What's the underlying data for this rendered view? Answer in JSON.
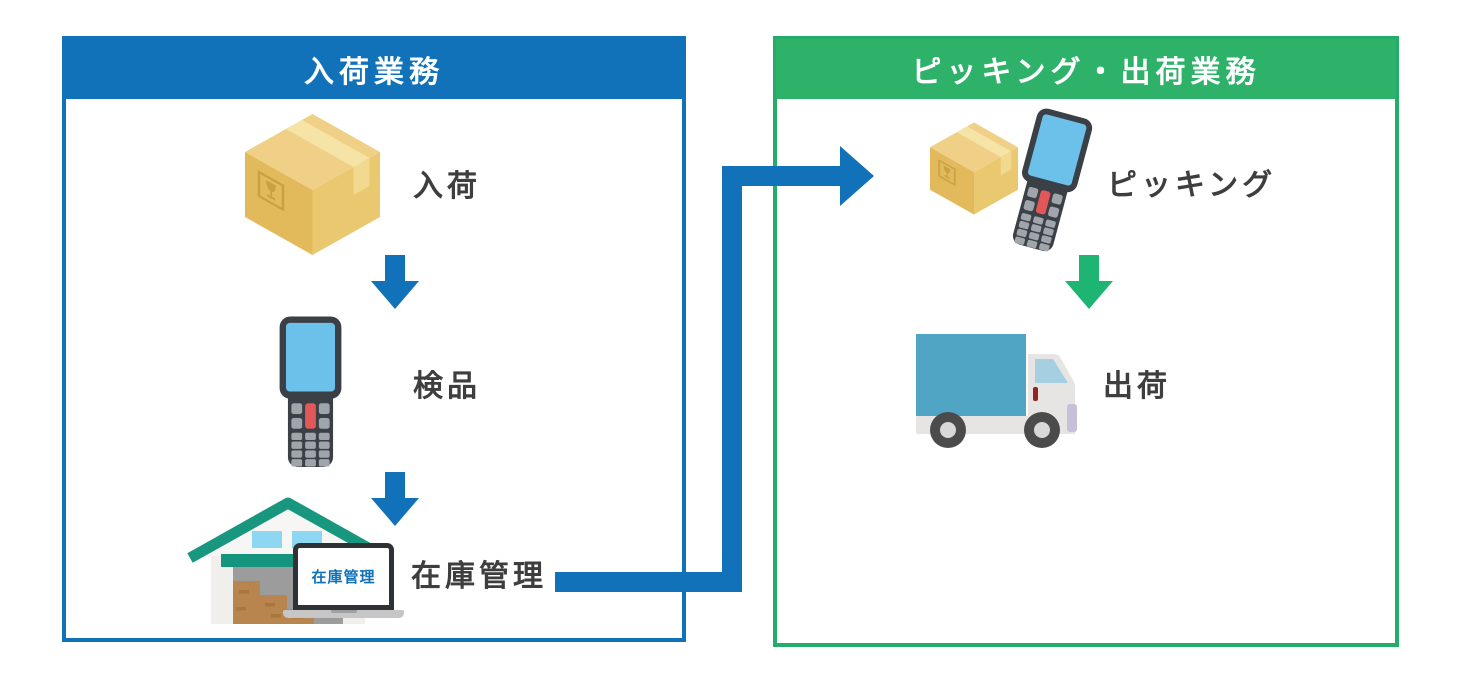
{
  "diagram": {
    "left_panel": {
      "title": "入荷業務",
      "accent_color": "#1172b9",
      "steps": [
        {
          "label": "入荷",
          "icon": "cardboard-box"
        },
        {
          "label": "検品",
          "icon": "handheld-terminal"
        },
        {
          "label": "在庫管理",
          "icon": "warehouse-with-laptop",
          "laptop_screen_text": "在庫管理"
        }
      ]
    },
    "right_panel": {
      "title": "ピッキング・出荷業務",
      "accent_color": "#2eb269",
      "steps": [
        {
          "label": "ピッキング",
          "icon": "box-and-handheld-terminal"
        },
        {
          "label": "出荷",
          "icon": "delivery-truck"
        }
      ]
    },
    "flow_connector": {
      "from": "在庫管理",
      "to": "ピッキング",
      "color": "#1172b9",
      "arrow_color_left": "#1172b9",
      "arrow_color_right": "#1eb573"
    }
  }
}
